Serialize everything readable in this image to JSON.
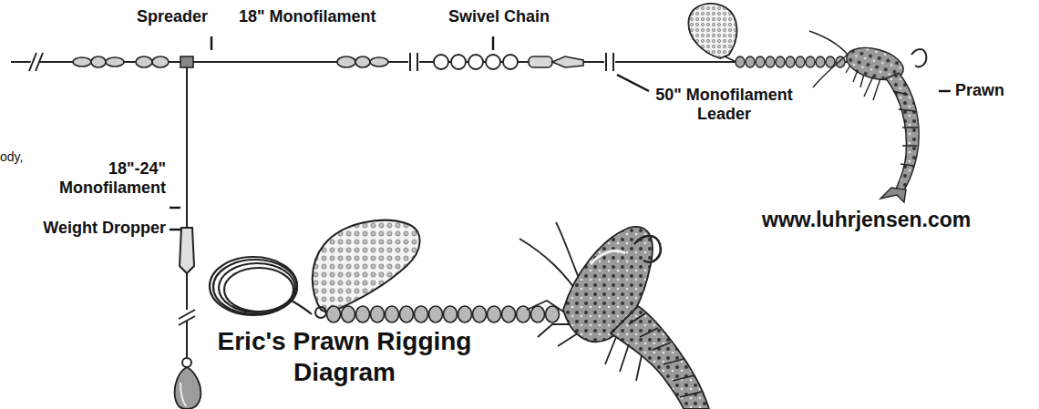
{
  "diagram": {
    "title": "Eric's Prawn Rigging Diagram",
    "labels": [
      "Spreader",
      "18\" Monofilament",
      "Swivel Chain",
      "50\" Monofilament Leader",
      "Prawn",
      "www.luhrjensen.com",
      "18\"-24\" Monofilament",
      "Weight Dropper",
      "ody,"
    ]
  }
}
